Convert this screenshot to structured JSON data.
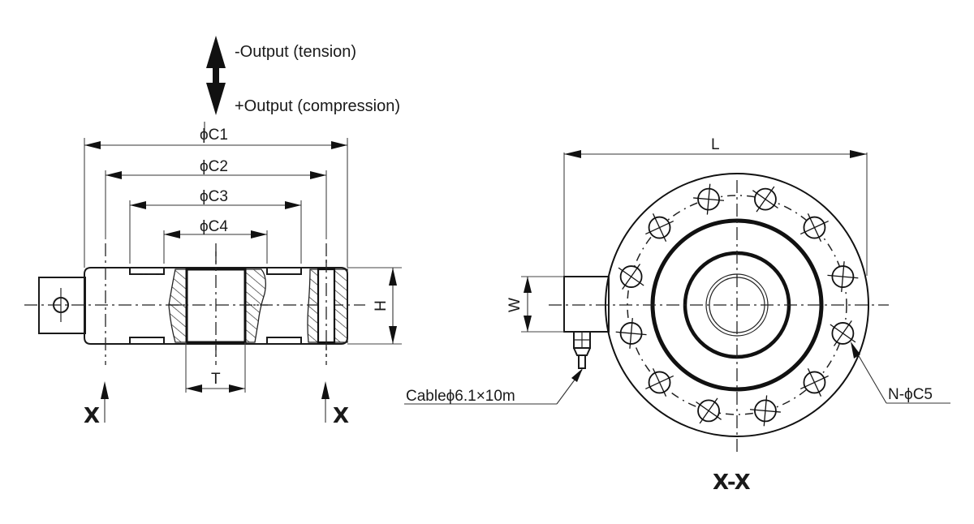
{
  "title": "Load cell dimensional drawing",
  "direction_indicator": {
    "tension_label": "-Output (tension)",
    "compression_label": "+Output (compression)"
  },
  "side_view": {
    "dimensions": {
      "c1": "ϕC1",
      "c2": "ϕC2",
      "c3": "ϕC3",
      "c4": "ϕC4",
      "height": "H",
      "thread": "T"
    },
    "section_marker_left": "X",
    "section_marker_right": "X"
  },
  "section_view": {
    "title": "X-X",
    "length_label": "L",
    "width_label": "W",
    "cable_label": "Cableϕ6.1×10m",
    "bolt_hole_label": "N-ϕC5",
    "bolt_hole_count": 12
  }
}
